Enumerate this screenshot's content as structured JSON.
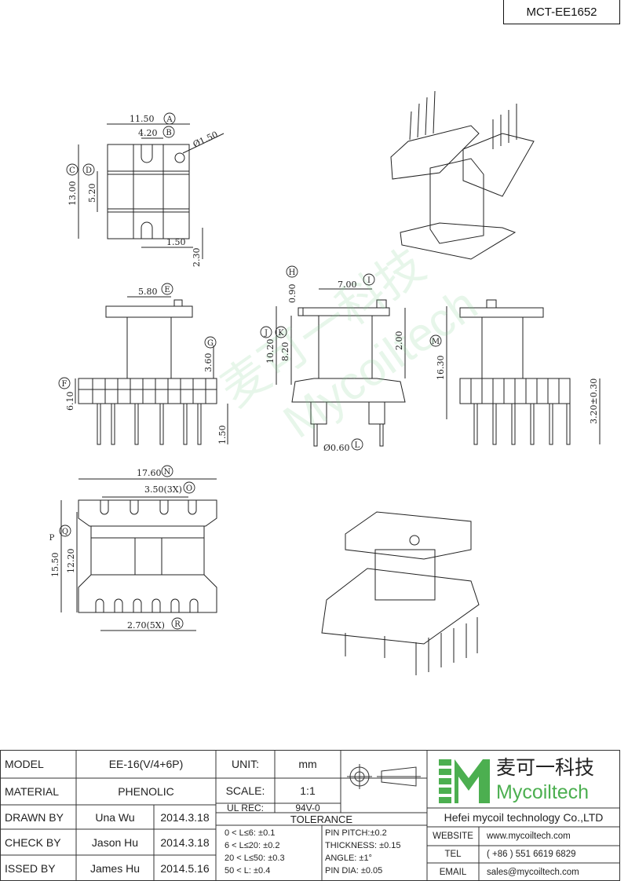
{
  "part_number": "MCT-EE1652",
  "dimensions": {
    "a": "11.50",
    "b": "4.20",
    "hole": "Ø1.50",
    "c": "13.00",
    "d": "5.20",
    "slot": "1.50",
    "slot_h": "2.30",
    "e": "5.80",
    "g": "3.60",
    "f": "6.10",
    "pin_len": "1.50",
    "h": "0.90",
    "i": "7.00",
    "j": "10.20",
    "k": "8.20",
    "side_h": "2.00",
    "l": "Ø0.60",
    "m": "16.30",
    "pin_ext": "3.20±0.30",
    "n": "17.60",
    "o": "3.50(3X)",
    "p": "15.50",
    "q": "12.20",
    "r": "2.70(5X)"
  },
  "letters": [
    "A",
    "B",
    "C",
    "D",
    "E",
    "F",
    "G",
    "H",
    "I",
    "J",
    "K",
    "L",
    "M",
    "N",
    "O",
    "P",
    "Q",
    "R"
  ],
  "watermark": {
    "cn": "麦可一科技",
    "en": "Mycoiltech"
  },
  "title_block": {
    "model_label": "MODEL",
    "model_value": "EE-16(V/4+6P)",
    "material_label": "MATERIAL",
    "material_value": "PHENOLIC",
    "drawn_label": "DRAWN BY",
    "drawn_name": "Una Wu",
    "drawn_date": "2014.3.18",
    "check_label": "CHECK BY",
    "check_name": "Jason Hu",
    "check_date": "2014.3.18",
    "issued_label": "ISSED BY",
    "issued_name": "James Hu",
    "issued_date": "2014.5.16",
    "unit_label": "UNIT:",
    "unit_value": "mm",
    "scale_label": "SCALE:",
    "scale_value": "1:1",
    "ul_label": "UL REC:",
    "ul_value": "94V-0",
    "tolerance_label": "TOLERANCE",
    "tol_lines": [
      "0 < L≤6: ±0.1",
      "6 < L≤20: ±0.2",
      "20 < L≤50: ±0.3",
      "50 < L: ±0.4"
    ],
    "tol_other": [
      "PIN PITCH:±0.2",
      "THICKNESS: ±0.15",
      "ANGLE: ±1°",
      "PIN DIA: ±0.05"
    ],
    "logo_cn": "麦可一科技",
    "logo_en": "Mycoiltech",
    "company": "Hefei mycoil technology Co.,LTD",
    "website_label": "WEBSITE",
    "website_value": "www.mycoiltech.com",
    "tel_label": "TEL",
    "tel_value": "( +86 ) 551 6619 6829",
    "email_label": "EMAIL",
    "email_value": "sales@mycoiltech.com"
  },
  "colors": {
    "line": "#222222",
    "logo_green": "#4caf50",
    "watermark": "#7fcf8f"
  }
}
